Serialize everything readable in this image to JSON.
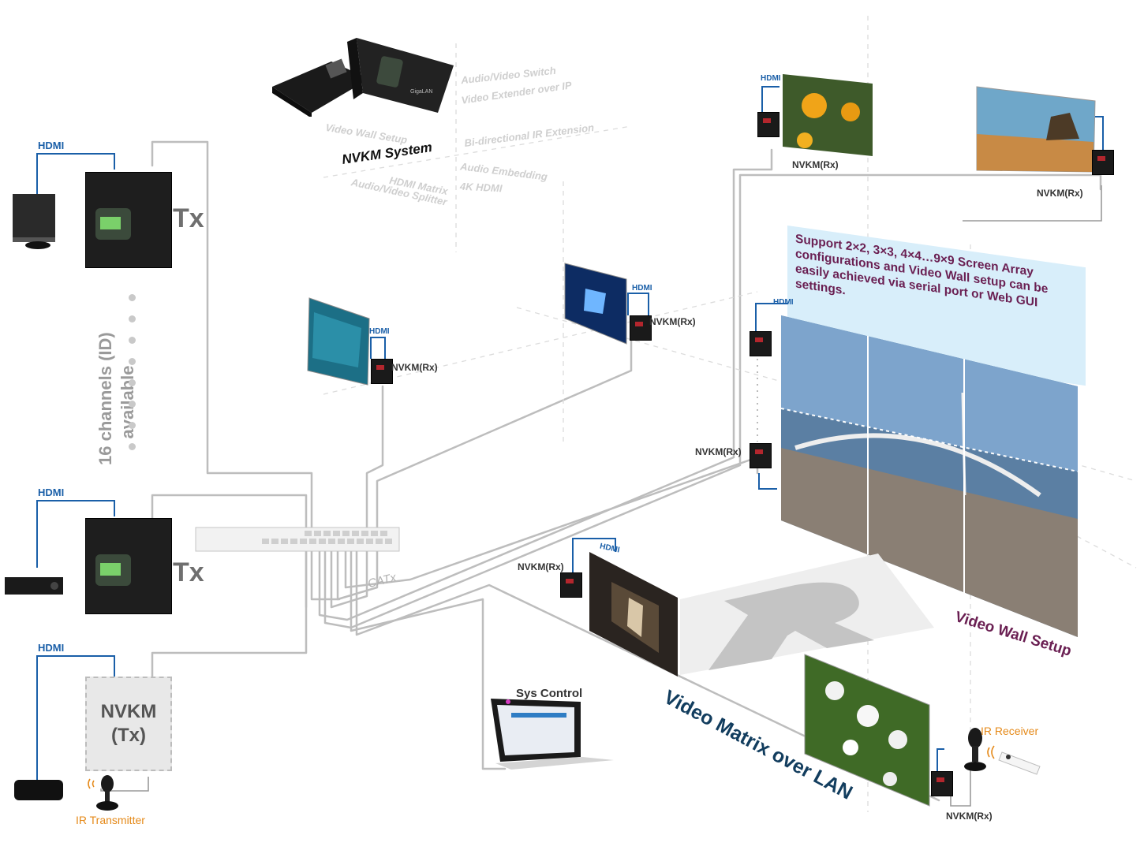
{
  "labels": {
    "hdmi": "HDMI",
    "tx": "Tx",
    "nvkm_rx": "NVKM(Rx)",
    "nvkm_tx": "NVKM\n(Tx)",
    "channels": "16 channels (ID)\navailable",
    "catx": "CATx",
    "sys_control": "Sys Control",
    "ir_receiver": "IR Receiver",
    "ir_transmitter": "IR Transmitter",
    "video_wall_setup": "Video Wall Setup",
    "video_matrix": "Video Matrix over LAN",
    "nvkm_system": "NVKM System"
  },
  "feature_words": [
    "Audio/Video Switch",
    "Video Extender over IP",
    "Bi-directional IR Extension",
    "Audio Embedding",
    "4K HDMI",
    "Video Wall Setup",
    "HDMI Matrix",
    "Audio/Video Splitter"
  ],
  "callout": {
    "text": "Support 2×2, 3×3, 4×4…9×9 Screen Array configurations and Video Wall setup can be easily achieved via serial port or Web GUI settings."
  },
  "colors": {
    "hdmi_blue": "#1a5fa8",
    "wall_label": "#6a1f52",
    "matrix_label": "#123d5e",
    "ir_orange": "#e58a1a",
    "callout_bg": "#d8eefa",
    "cable_gray": "#bdbdbd"
  }
}
